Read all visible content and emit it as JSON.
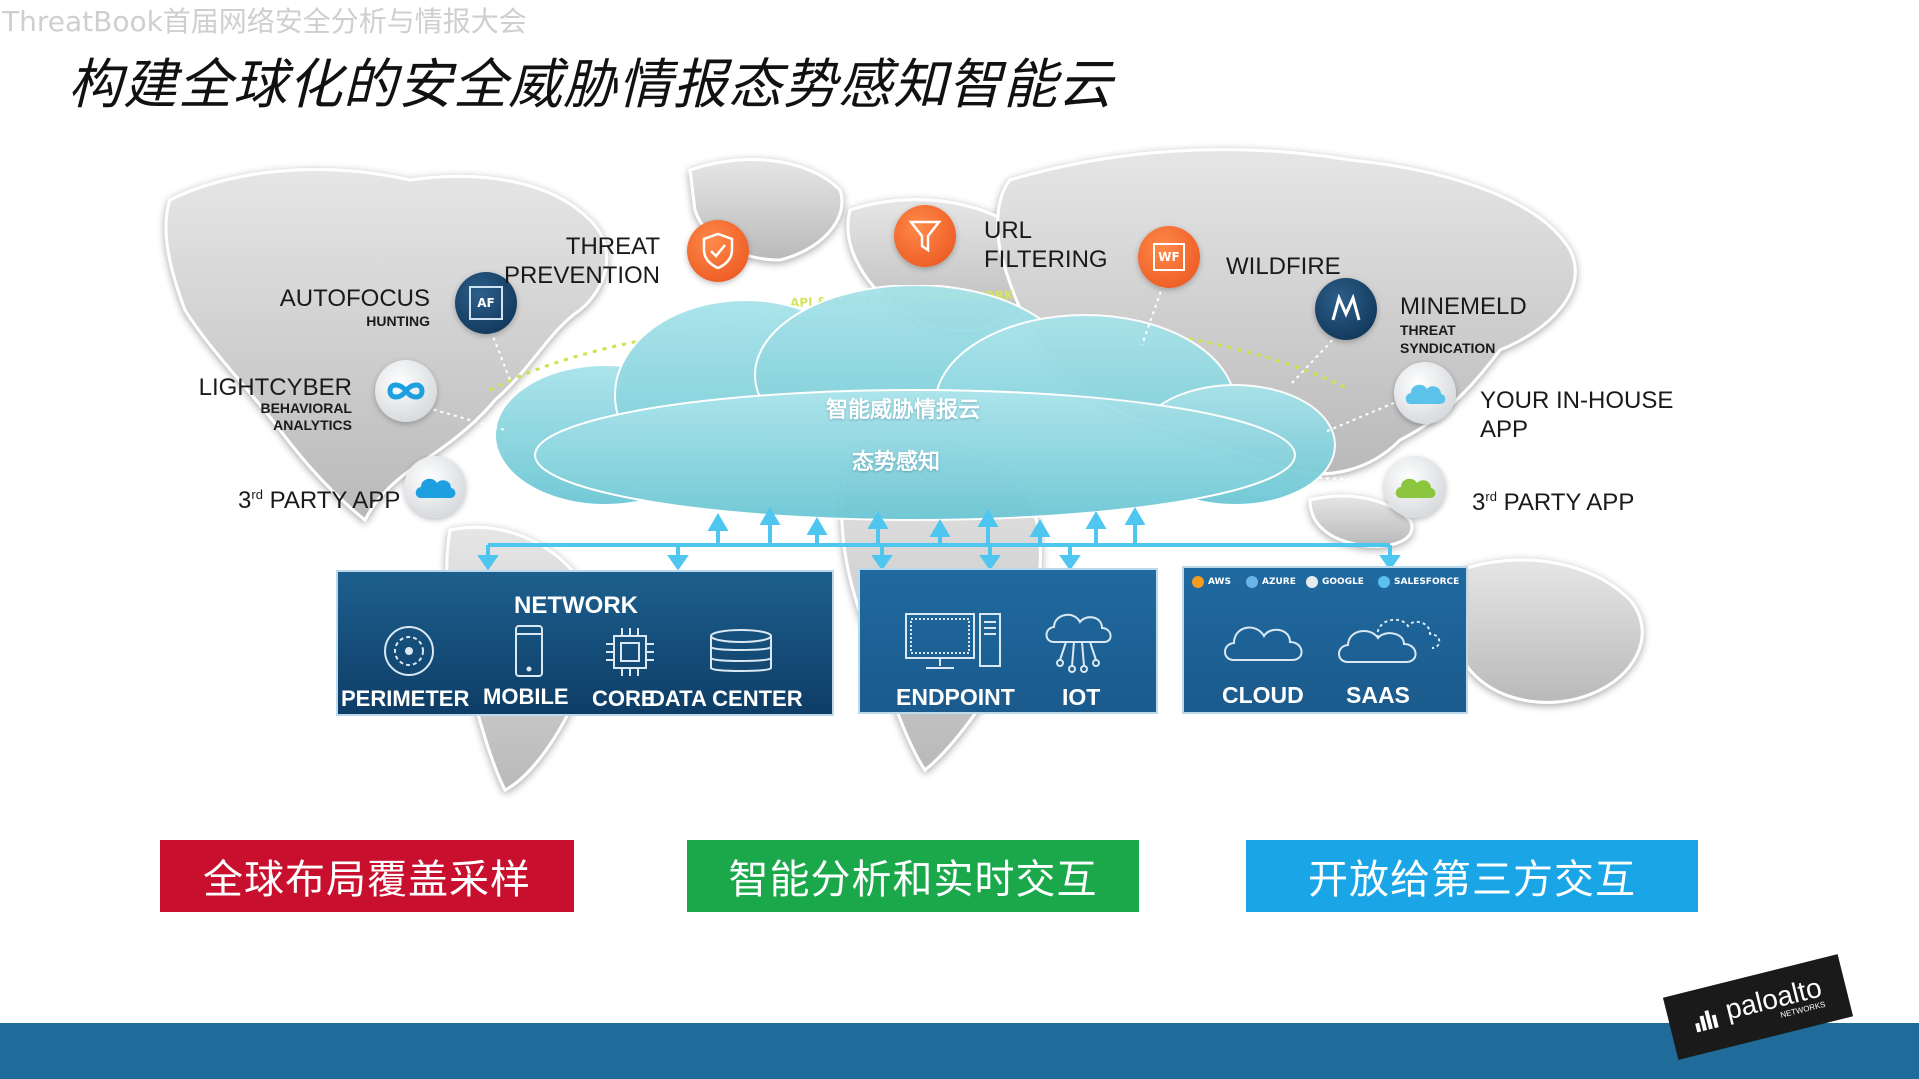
{
  "header": {
    "conference": "ThreatBook首届网络安全分析与情报大会",
    "title": "构建全球化的安全威胁情报态势感知智能云"
  },
  "cloud": {
    "line1": "智能威胁情报云",
    "line2": "态势感知",
    "framework": "API & APPLICATION FRAMEWORK"
  },
  "services": {
    "autofocus": {
      "name": "AUTOFOCUS",
      "sub": "HUNTING",
      "icon_text": "AF"
    },
    "threat_prevention": {
      "line1": "THREAT",
      "line2": "PREVENTION"
    },
    "url_filtering": {
      "line1": "URL",
      "line2": "FILTERING"
    },
    "wildfire": {
      "name": "WILDFIRE",
      "icon_text": "WF"
    },
    "minemeld": {
      "name": "MINEMELD",
      "sub1": "THREAT",
      "sub2": "SYNDICATION"
    },
    "lightcyber": {
      "name": "LIGHTCYBER",
      "sub1": "BEHAVIORAL",
      "sub2": "ANALYTICS"
    },
    "third_party_left": {
      "prefix": "3",
      "sup": "rd",
      "rest": " PARTY APP"
    },
    "inhouse": {
      "line1": "YOUR IN-HOUSE",
      "line2": "APP"
    },
    "third_party_right": {
      "prefix": "3",
      "sup": "rd",
      "rest": " PARTY APP"
    }
  },
  "panels": {
    "network": {
      "title": "NETWORK",
      "items": [
        "PERIMETER",
        "MOBILE",
        "CORE",
        "DATA CENTER"
      ]
    },
    "endpoint": {
      "items": [
        "ENDPOINT",
        "IOT"
      ]
    },
    "cloud": {
      "providers": [
        "AWS",
        "AZURE",
        "GOOGLE",
        "SALESFORCE"
      ],
      "items": [
        "CLOUD",
        "SAAS"
      ]
    }
  },
  "pillars": [
    {
      "label": "全球布局覆盖采样",
      "color": "#c8102e"
    },
    {
      "label": "智能分析和实时交互",
      "color": "#1aa84b"
    },
    {
      "label": "开放给第三方交互",
      "color": "#1aa6e6"
    }
  ],
  "logo": {
    "text": "paloalto",
    "sub": "NETWORKS"
  },
  "icons": [
    "af-icon",
    "shield-check-icon",
    "funnel-icon",
    "wf-icon",
    "minemeld-icon",
    "infinity-icon",
    "cloud-icon",
    "target-icon",
    "phone-icon",
    "chip-icon",
    "database-icon",
    "monitor-icon",
    "iot-cloud-icon"
  ]
}
